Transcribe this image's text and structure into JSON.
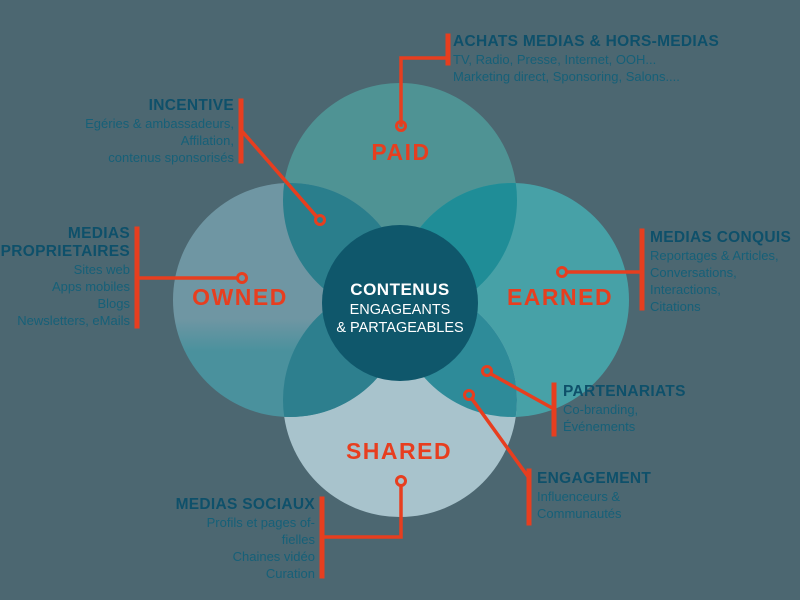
{
  "colors": {
    "background": "#4c6771",
    "paid_circle": "#4f9394",
    "owned_top": "#6f96a3",
    "owned_bottom": "#4a919d",
    "earned_circle": "#47a1a7",
    "shared_circle": "#a8c3cc",
    "petal_nw": "#2a7e8c",
    "petal_ne": "#1f8d97",
    "petal_sw": "#2d7f8e",
    "petal_se": "#2e8b99",
    "center_circle": "#0f576b",
    "accent_red": "#e73e1f",
    "title_text": "#0e506a",
    "body_text": "#166078",
    "center_text": "#ffffff"
  },
  "venn": {
    "paid": "PAID",
    "owned": "OWNED",
    "earned": "EARNED",
    "shared": "SHARED"
  },
  "center": {
    "line1": "CONTENUS",
    "line2": "ENGAGEANTS",
    "line3": "& PARTAGEABLES"
  },
  "labels": {
    "achats": {
      "title": "ACHATS MEDIAS & HORS-MEDIAS",
      "lines": [
        "TV, Radio, Presse, Internet, OOH...",
        "Marketing direct, Sponsoring, Salons...."
      ]
    },
    "incentive": {
      "title": "INCENTIVE",
      "lines": [
        "Egéries & ambassadeurs,",
        "Affilation,",
        "contenus sponsorisés"
      ]
    },
    "proprietaires": {
      "title_line1": "MEDIAS",
      "title_line2": "PROPRIETAIRES",
      "lines": [
        "Sites web",
        "Apps mobiles",
        "Blogs",
        "Newsletters, eMails"
      ]
    },
    "conquis": {
      "title": "MEDIAS CONQUIS",
      "lines": [
        "Reportages & Articles,",
        "Conversations,",
        "Interactions,",
        "Citations"
      ]
    },
    "partenariats": {
      "title": "PARTENARIATS",
      "lines": [
        "Co-branding,",
        "Événements"
      ]
    },
    "engagement": {
      "title": "ENGAGEMENT",
      "lines": [
        "Influenceurs &",
        "Communautés"
      ]
    },
    "sociaux": {
      "title": "MEDIAS SOCIAUX",
      "lines": [
        "Profils et pages of-",
        "fielles",
        "Chaines vidéo",
        "Curation"
      ]
    }
  }
}
